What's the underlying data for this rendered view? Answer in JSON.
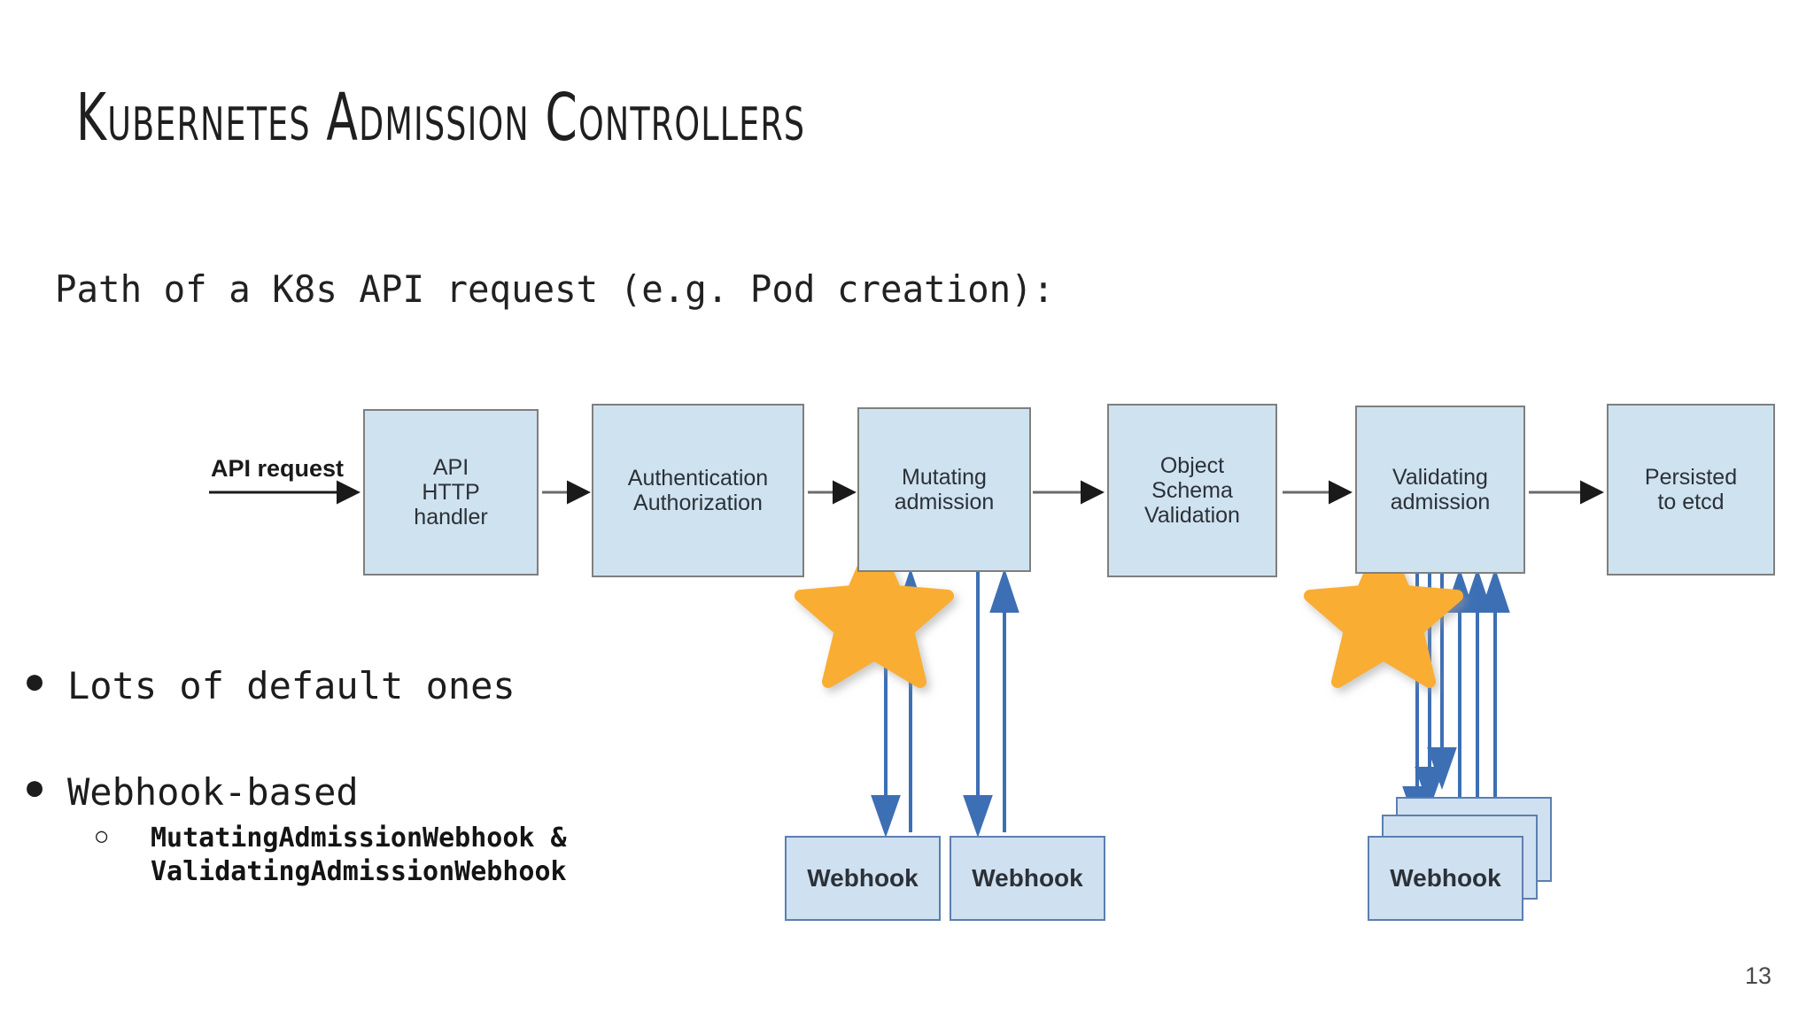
{
  "slide": {
    "title": "Kubernetes Admission Controllers",
    "subtitle": "Path of a K8s API request (e.g. Pod creation):",
    "page_number": "13"
  },
  "bullets": [
    {
      "marker": "●",
      "text": "Lots of default ones"
    },
    {
      "marker": "●",
      "text": "Webhook-based"
    }
  ],
  "sub_bullets": [
    {
      "marker": "○",
      "line1": "MutatingAdmissionWebhook &",
      "line2": "ValidatingAdmissionWebhook"
    }
  ],
  "diagram": {
    "entry_label": "API request",
    "stages": [
      {
        "lines": [
          "API",
          "HTTP",
          "handler"
        ]
      },
      {
        "lines": [
          "Authentication",
          "Authorization"
        ]
      },
      {
        "lines": [
          "Mutating",
          "admission"
        ]
      },
      {
        "lines": [
          "Object",
          "Schema",
          "Validation"
        ]
      },
      {
        "lines": [
          "Validating",
          "admission"
        ]
      },
      {
        "lines": [
          "Persisted",
          "to etcd"
        ]
      }
    ],
    "webhooks": [
      {
        "label": "Webhook"
      },
      {
        "label": "Webhook"
      },
      {
        "label": "Webhook"
      }
    ],
    "colors": {
      "stage_fill": "#cfe2ef",
      "stage_border": "#7f7f7f",
      "webhook_fill": "#cfe0f0",
      "webhook_border": "#5b7fb0",
      "arrow": "#3d6fb4",
      "connector": "#6b6b6b",
      "star": "#f9ad32"
    }
  }
}
